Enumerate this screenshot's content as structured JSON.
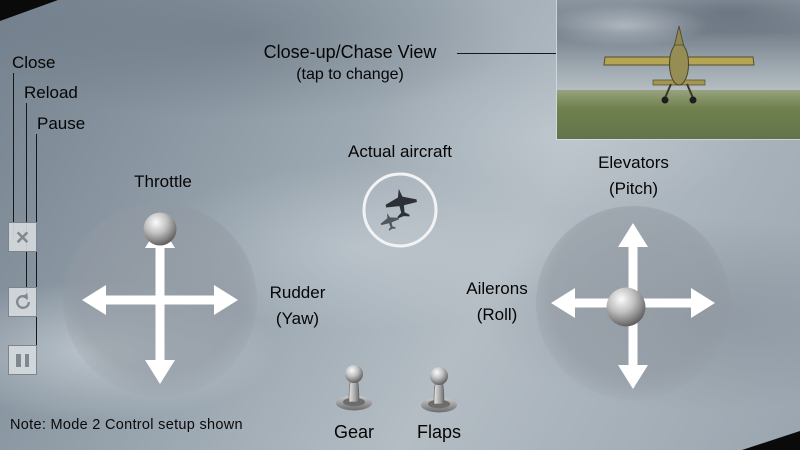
{
  "help_labels": {
    "close": "Close",
    "reload": "Reload",
    "pause": "Pause"
  },
  "chase_view": {
    "title": "Close-up/Chase View",
    "subtitle": "(tap to change)"
  },
  "center": {
    "actual_aircraft_label": "Actual aircraft"
  },
  "left_stick": {
    "label": "Throttle",
    "axis_label_line1": "Rudder",
    "axis_label_line2": "(Yaw)"
  },
  "right_stick": {
    "label_line1": "Elevators",
    "label_line2": "(Pitch)",
    "axis_label_line1": "Ailerons",
    "axis_label_line2": "(Roll)"
  },
  "switches": {
    "gear_label": "Gear",
    "flaps_label": "Flaps"
  },
  "note": "Note: Mode 2 Control setup shown",
  "icons": {
    "close_glyph": "×",
    "reload_shape": "counterclockwise-undo-arrow",
    "pause_shape": "double-vertical-bars"
  },
  "colors": {
    "arrow": "#ffffff",
    "label_text": "#050505",
    "pad_gray": "#939aa3",
    "ground_green": "#71824f",
    "sky_gray": "#97a2ac",
    "corner_black": "#0a0a0a"
  }
}
